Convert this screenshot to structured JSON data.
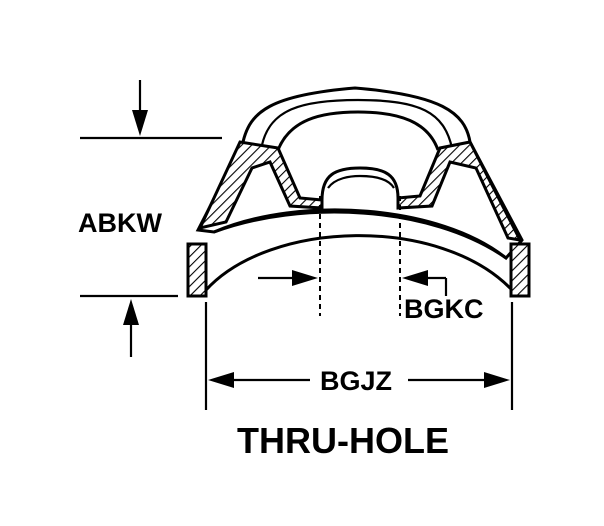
{
  "diagram": {
    "dimension_labels": {
      "height": "ABKW",
      "bore_wall": "BGKC",
      "outer_diameter": "BGJZ"
    },
    "caption": "THRU-HOLE"
  }
}
